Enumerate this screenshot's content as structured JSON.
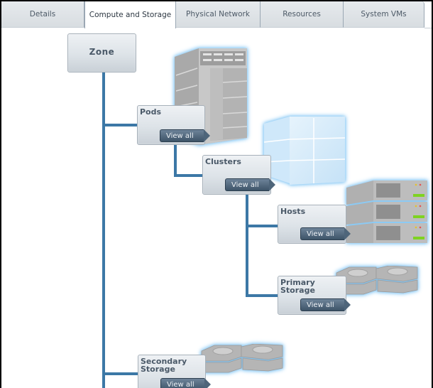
{
  "tabs": [
    {
      "label": "Details",
      "active": false
    },
    {
      "label": "Compute and Storage",
      "active": true
    },
    {
      "label": "Physical Network",
      "active": false
    },
    {
      "label": "Resources",
      "active": false
    },
    {
      "label": "System VMs",
      "active": false
    }
  ],
  "tree": {
    "zone": {
      "label": "Zone"
    },
    "pods": {
      "label": "Pods",
      "action": "View all",
      "icon": "rack-icon"
    },
    "clusters": {
      "label": "Clusters",
      "action": "View all",
      "icon": "cluster-cube-icon"
    },
    "hosts": {
      "label": "Hosts",
      "action": "View all",
      "icon": "server-stack-icon"
    },
    "primary_storage": {
      "label": "Primary Storage",
      "action": "View all",
      "icon": "disk-stack-icon"
    },
    "secondary_storage": {
      "label": "Secondary Storage",
      "action": "View all",
      "icon": "disk-stack-icon"
    }
  },
  "colors": {
    "tree_line": "#3c78a6",
    "button": "#4e657a",
    "glow": "#7fc3f2"
  }
}
